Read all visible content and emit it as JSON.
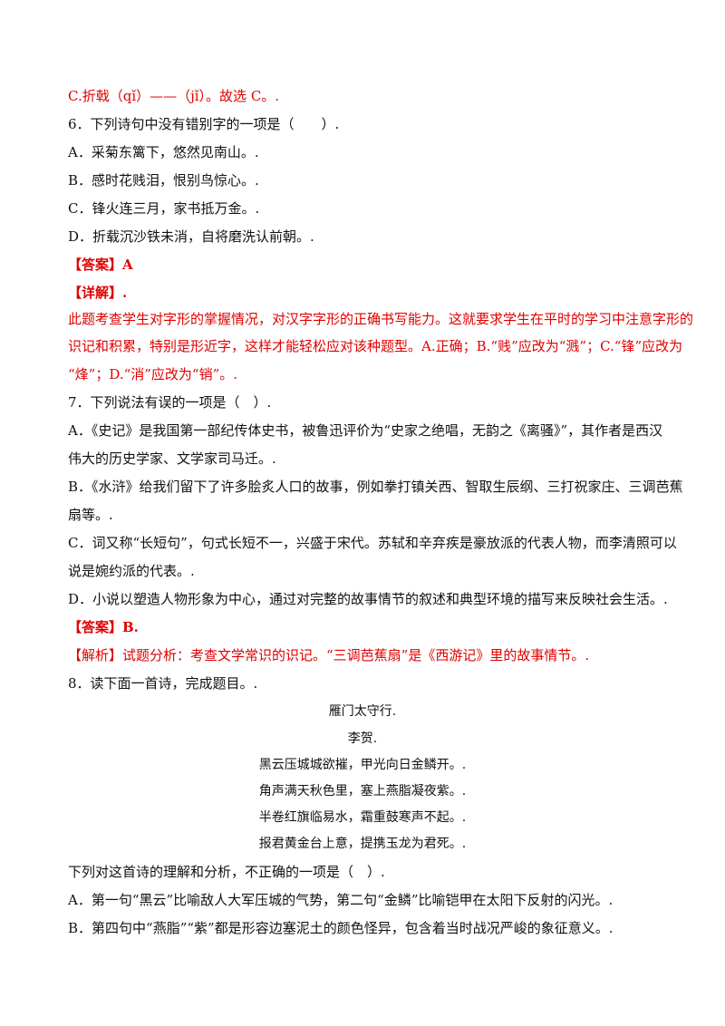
{
  "lines": {
    "l01": "C.折戟（qǐ）——（jǐ）。故选 C。.",
    "l02": "6．下列诗句中没有错别字的一项是（　　）.",
    "l03": "A．采菊东篱下，悠然见南山。.",
    "l04": "B．感时花贱泪，恨别鸟惊心。.",
    "l05": "C．锋火连三月，家书抵万金。.",
    "l06": "D．折载沉沙铁未消，自将磨洗认前朝。.",
    "l07": "【答案】A",
    "l08": "【详解】.",
    "l09": "此题考查学生对字形的掌握情况，对汉字字形的正确书写能力。这就要求学生在平时的学习中注意字形的",
    "l10": "识记和积累，特别是形近字，这样才能轻松应对该种题型。A.正确；B.“贱”应改为“溅”；C.“锋”应改为",
    "l11": "“烽”；D.“消”应改为“销”。.",
    "l12": "7．下列说法有误的一项是（　）.",
    "l13": "A．《史记》是我国第一部纪传体史书，被鲁迅评价为“史家之绝唱，无韵之《离骚》”，其作者是西汉",
    "l14": "伟大的历史学家、文学家司马迁。.",
    "l15": "B．《水浒》给我们留下了许多脍炙人口的故事，例如拳打镇关西、智取生辰纲、三打祝家庄、三调芭蕉",
    "l16": "扇等。.",
    "l17": "C．词又称“长短句”，句式长短不一，兴盛于宋代。苏轼和辛弃疾是豪放派的代表人物，而李清照可以",
    "l18": "说是婉约派的代表。.",
    "l19": "D．小说以塑造人物形象为中心，通过对完整的故事情节的叙述和典型环境的描写来反映社会生活。.",
    "l20": "【答案】B.",
    "l21": "【解析】试题分析：考查文学常识的识记。“三调芭蕉扇”是《西游记》里的故事情节。.",
    "l22": "8．读下面一首诗，完成题目。.",
    "l23": "下列对这首诗的理解和分析，不正确的一项是（　）.",
    "l24": "A．第一句“黑云”比喻敌人大军压城的气势，第二句“金鳞”比喻铠甲在太阳下反射的闪光。.",
    "l25": "B．第四句中“燕脂”“紫”都是形容边塞泥土的颜色怪异，包含着当时战况严峻的象征意义。."
  },
  "poem": {
    "title": "雁门太守行.",
    "author": "李贺.",
    "verses": [
      "黑云压城城欲摧，甲光向日金鳞开。.",
      "角声满天秋色里，塞上燕脂凝夜紫。.",
      "半卷红旗临易水，霜重鼓寒声不起。.",
      "报君黄金台上意，提携玉龙为君死。."
    ]
  },
  "colors": {
    "highlight": "#e00000",
    "text": "#111111"
  }
}
